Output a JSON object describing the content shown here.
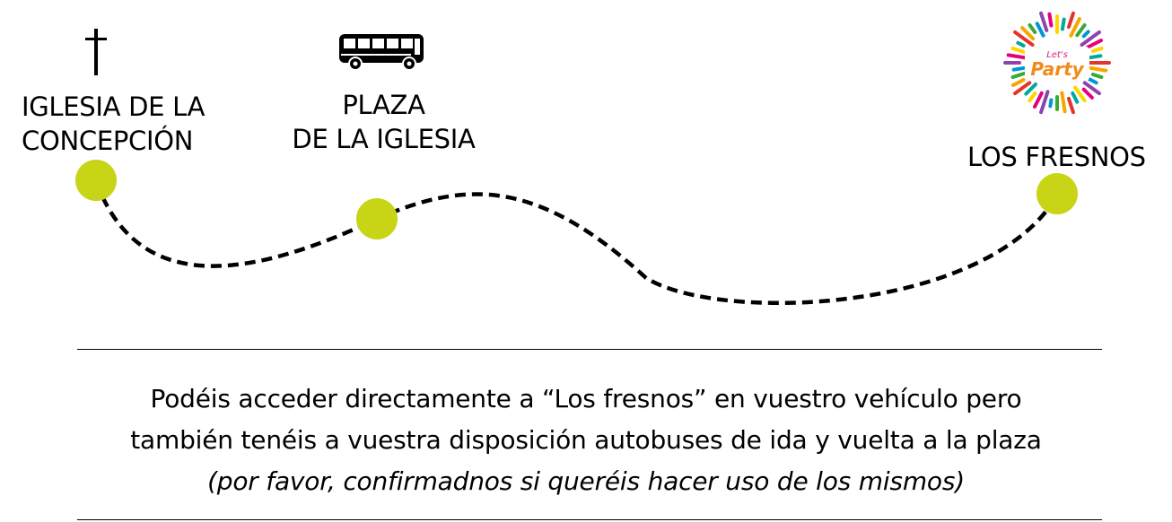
{
  "stops": {
    "iglesia": {
      "line1": "IGLESIA DE LA",
      "line2": "CONCEPCIÓN",
      "icon": "cross-icon"
    },
    "plaza": {
      "line1": "PLAZA",
      "line2": "DE LA IGLESIA",
      "icon": "bus-icon"
    },
    "fresnos": {
      "line1": "LOS FRESNOS",
      "icon": "party-icon"
    }
  },
  "party_badge": {
    "top": "Let's",
    "bottom": "Party"
  },
  "note": {
    "line1": "Podéis acceder directamente a “Los fresnos” en vuestro vehículo pero",
    "line2": "también tenéis a vuestra disposición autobuses de ida y vuelta a la plaza",
    "line3": "(por favor, confirmadnos si queréis hacer uso de los mismos)"
  },
  "colors": {
    "stop_dot": "#c8d416",
    "route": "#000000"
  }
}
